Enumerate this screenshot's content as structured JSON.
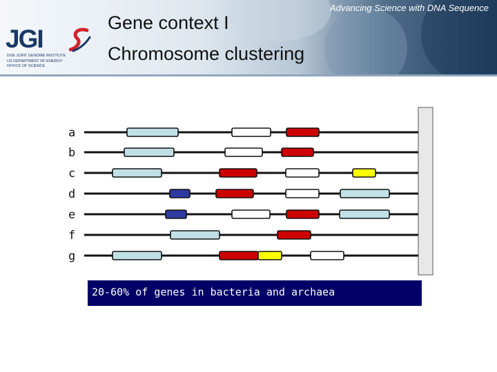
{
  "header": {
    "tagline": "Advancing Science with DNA Sequence",
    "title_line1": "Gene context I",
    "title_line2": "Chromosome clustering",
    "logo": {
      "mark": "JGI",
      "lines": [
        "DOE JOINT GENOME INSTITUTE",
        "US DEPARTMENT OF ENERGY",
        "OFFICE OF SCIENCE"
      ],
      "colors": {
        "text": "#1a3866",
        "swoosh_red": "#d2232a",
        "swoosh_blue": "#1a3866"
      }
    }
  },
  "diagram": {
    "colors": {
      "light_blue": "#c0e0e6",
      "white": "#ffffff",
      "red": "#cc0000",
      "yellow": "#ffff00",
      "dark_blue": "#2e3aa0",
      "side_panel": "#e8e8e8",
      "line": "#111111"
    },
    "rows": [
      {
        "label": "a",
        "genes": [
          "light_blue",
          "white",
          "red"
        ]
      },
      {
        "label": "b",
        "genes": [
          "light_blue",
          "white",
          "red"
        ]
      },
      {
        "label": "c",
        "genes": [
          "light_blue",
          "red",
          "white",
          "yellow"
        ]
      },
      {
        "label": "d",
        "genes": [
          "dark_blue",
          "red",
          "white",
          "light_blue"
        ]
      },
      {
        "label": "e",
        "genes": [
          "dark_blue",
          "white",
          "red",
          "light_blue"
        ]
      },
      {
        "label": "f",
        "genes": [
          "light_blue",
          "red"
        ]
      },
      {
        "label": "g",
        "genes": [
          "light_blue",
          "red",
          "yellow",
          "white"
        ]
      }
    ]
  },
  "caption": "20-60% of genes in bacteria and archaea"
}
